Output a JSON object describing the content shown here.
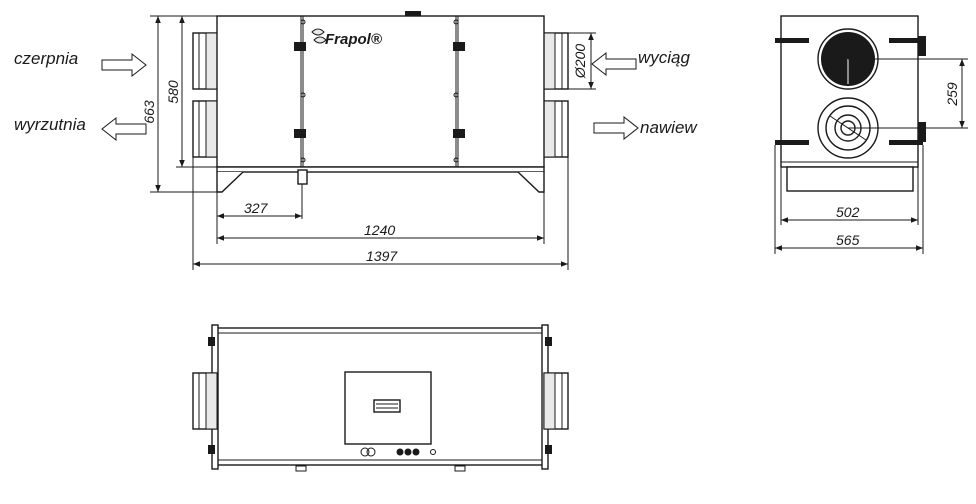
{
  "brand": {
    "logo_text": "Frapol®"
  },
  "side_view": {
    "labels": {
      "intake": "czerpnia",
      "exhaust_out": "wyrzutnia",
      "extract": "wyciąg",
      "supply": "nawiew"
    },
    "dimensions": {
      "total_height": "663",
      "body_height": "580",
      "duct_diameter": "Ø200",
      "drain_offset": "327",
      "body_length": "1240",
      "total_length": "1397"
    }
  },
  "end_view": {
    "dimensions": {
      "spigot_spacing": "259",
      "body_width": "502",
      "total_width": "565"
    }
  }
}
